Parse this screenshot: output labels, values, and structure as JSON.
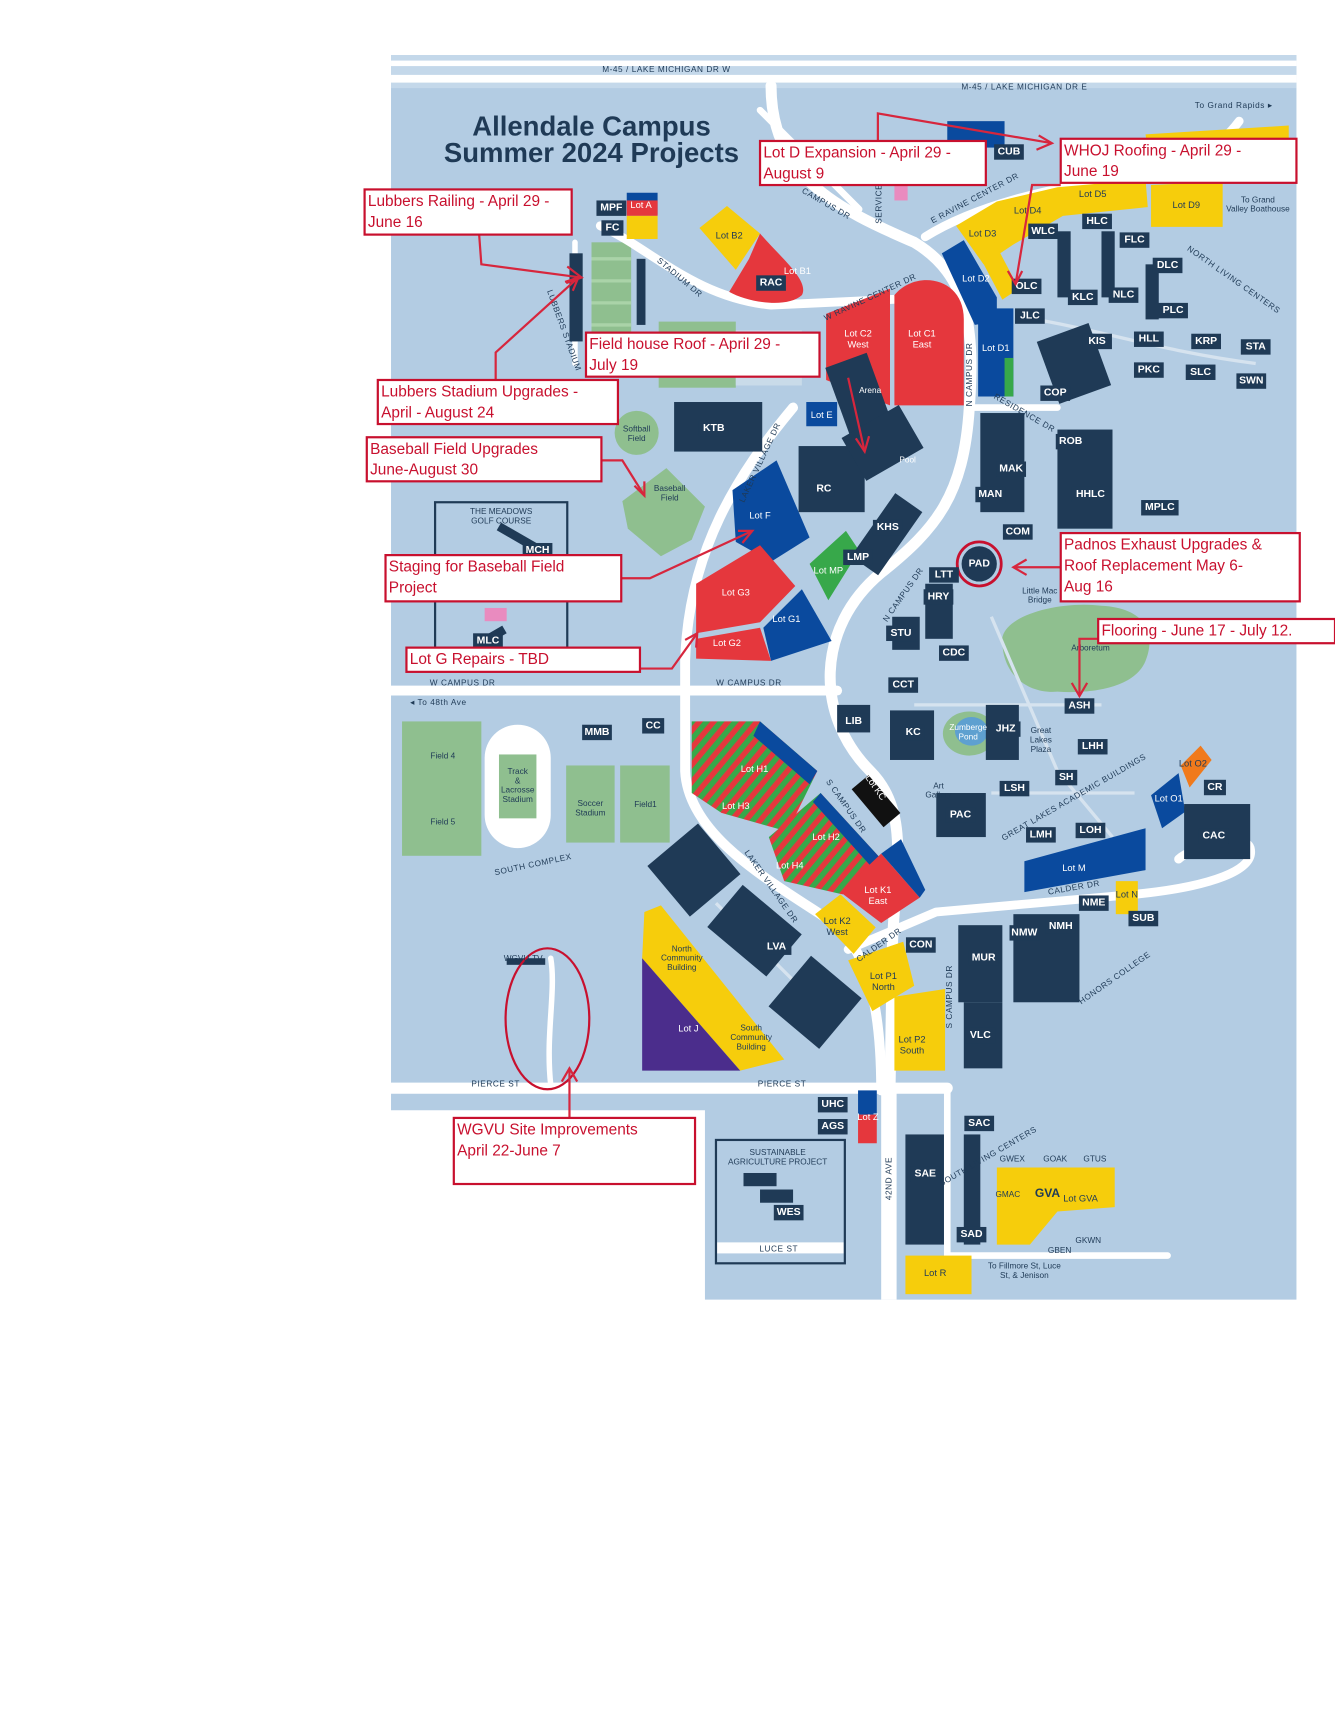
{
  "title": {
    "line1": "Allendale Campus",
    "line2": "Summer 2024 Projects"
  },
  "colors": {
    "map_bg": "#b3cce3",
    "building": "#1f3a56",
    "road": "#ffffff",
    "lot_red": "#e5373d",
    "lot_blue": "#0a4a9e",
    "lot_yellow": "#f6cd0c",
    "lot_green": "#37a84a",
    "lot_purple": "#4b2d8c",
    "lot_orange": "#f07a1c",
    "field_green": "#8fbf8f",
    "annotation_red": "#c8102e"
  },
  "annotations": [
    {
      "lines": [
        "Lot D Expansion - April 29 -",
        "August 9"
      ]
    },
    {
      "lines": [
        "WHOJ Roofing - April 29 -",
        "June 19"
      ]
    },
    {
      "lines": [
        "Lubbers Railing - April 29 -",
        "June 16"
      ]
    },
    {
      "lines": [
        "Field house Roof - April 29 -",
        "July 19"
      ]
    },
    {
      "lines": [
        "Lubbers Stadium Upgrades -",
        "April - August 24"
      ]
    },
    {
      "lines": [
        "Baseball Field Upgrades",
        "June-August 30"
      ]
    },
    {
      "lines": [
        "Staging for Baseball Field",
        "Project"
      ]
    },
    {
      "lines": [
        "Lot G  Repairs - TBD"
      ]
    },
    {
      "lines": [
        "Padnos Exhaust Upgrades &",
        "Roof Replacement May 6-",
        "Aug 16"
      ]
    },
    {
      "lines": [
        "Flooring - June 17 - July 12."
      ]
    },
    {
      "lines": [
        "WGVU Site Improvements",
        "April 22-June 7"
      ]
    }
  ],
  "road_labels": [
    "M-45 / LAKE MICHIGAN DR W",
    "M-45 / LAKE MICHIGAN DR E",
    "To Grand Rapids ▸",
    "W CAMPUS DR",
    "W CAMPUS DR",
    "PIERCE ST",
    "PIERCE ST",
    "LUCE ST",
    "◂ To 48th Ave",
    "SOUTH COMPLEX",
    "42ND AVE",
    "STADIUM DR",
    "W RAVINE CENTER DR",
    "E RAVINE CENTER DR",
    "CAMPUS DR",
    "N CAMPUS DR",
    "N CAMPUS DR",
    "LAKER VILLAGE DR",
    "LAKER VILLAGE DR",
    "S CAMPUS DR",
    "S CAMPUS DR",
    "CALDER DR",
    "CALDER DR",
    "RESIDENCE DR",
    "LUBBERS STADIUM",
    "NORTH LIVING CENTERS",
    "GREAT LAKES ACADEMIC BUILDINGS",
    "HONORS COLLEGE",
    "SOUTH LIVING CENTERS",
    "SERVICE"
  ],
  "lots": [
    {
      "label": "Lot A"
    },
    {
      "label": "Lot B2"
    },
    {
      "label": "Lot B1"
    },
    {
      "label": "Lot C2"
    },
    {
      "label": "West"
    },
    {
      "label": "Lot C1"
    },
    {
      "label": "East"
    },
    {
      "label": "Lot D3"
    },
    {
      "label": "Lot D4"
    },
    {
      "label": "Lot D5"
    },
    {
      "label": "Lot D9"
    },
    {
      "label": "Lot D2"
    },
    {
      "label": "Lot D1"
    },
    {
      "label": "Lot E"
    },
    {
      "label": "Lot F"
    },
    {
      "label": "Lot MP"
    },
    {
      "label": "Lot G3"
    },
    {
      "label": "Lot G1"
    },
    {
      "label": "Lot G2"
    },
    {
      "label": "Lot H1"
    },
    {
      "label": "Lot H3"
    },
    {
      "label": "Lot H2"
    },
    {
      "label": "Lot H4"
    },
    {
      "label": "Lot K1"
    },
    {
      "label": "East"
    },
    {
      "label": "Lot K2"
    },
    {
      "label": "West"
    },
    {
      "label": "Lot KC"
    },
    {
      "label": "Lot P1"
    },
    {
      "label": "North"
    },
    {
      "label": "Lot P2"
    },
    {
      "label": "South"
    },
    {
      "label": "Lot J"
    },
    {
      "label": "Lot M"
    },
    {
      "label": "Lot N"
    },
    {
      "label": "Lot O1"
    },
    {
      "label": "Lot O2"
    },
    {
      "label": "Lot Z"
    },
    {
      "label": "GVA"
    },
    {
      "label": "Lot GVA"
    },
    {
      "label": "Lot R"
    }
  ],
  "buildings": [
    "MPF",
    "FC",
    "RAC",
    "CUB",
    "WLC",
    "HLC",
    "FLC",
    "DLC",
    "KLC",
    "NLC",
    "PLC",
    "JLC",
    "OLC",
    "KIS",
    "HLL",
    "KRP",
    "STA",
    "PKC",
    "SLC",
    "SWN",
    "COP",
    "ROB",
    "MAK",
    "MAN",
    "HHLC",
    "MPLC",
    "COM",
    "KTB",
    "RC",
    "KHS",
    "LMP",
    "LTT",
    "HRY",
    "PAD",
    "STU",
    "CDC",
    "CCT",
    "LIB",
    "KC",
    "JHZ",
    "LSH",
    "SH",
    "LHH",
    "ASH",
    "LMH",
    "LOH",
    "PAC",
    "CR",
    "CAC",
    "NME",
    "SUB",
    "NMW",
    "NMH",
    "CON",
    "MUR",
    "VLC",
    "LVA",
    "MMB",
    "CC",
    "MCH",
    "MLC",
    "UHC",
    "AGS",
    "SAC",
    "SAE",
    "SAD",
    "WES"
  ],
  "places": [
    "Softball Field",
    "Baseball Field",
    "Pool",
    "Arena",
    "Little Mac Bridge",
    "Arboretum",
    "Zumberge Pond",
    "Great Lakes Plaza",
    "Art Gallery",
    "North Community Building",
    "South Community Building",
    "Field 4",
    "Field 5",
    "Track & Lacrosse Stadium",
    "Soccer Stadium",
    "Field1",
    "THE MEADOWS GOLF COURSE",
    "SUSTAINABLE AGRICULTURE PROJECT",
    "WGVU-TV",
    "GWEX",
    "GOAK",
    "GTUS",
    "GMAC",
    "GKWN",
    "GBEN",
    "To Fillmore St, Luce St, & Jenison",
    "To Grand Valley Boathouse"
  ]
}
